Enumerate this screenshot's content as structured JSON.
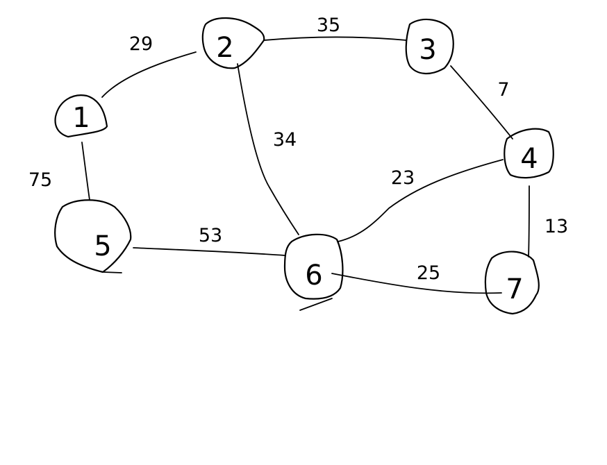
{
  "graph": {
    "nodes": [
      {
        "id": "1",
        "label": "1"
      },
      {
        "id": "2",
        "label": "2"
      },
      {
        "id": "3",
        "label": "3"
      },
      {
        "id": "4",
        "label": "4"
      },
      {
        "id": "5",
        "label": "5"
      },
      {
        "id": "6",
        "label": "6"
      },
      {
        "id": "7",
        "label": "7"
      }
    ],
    "edges": [
      {
        "from": "1",
        "to": "2",
        "weight": "29"
      },
      {
        "from": "2",
        "to": "3",
        "weight": "35"
      },
      {
        "from": "2",
        "to": "6",
        "weight": "34"
      },
      {
        "from": "3",
        "to": "4",
        "weight": "7"
      },
      {
        "from": "1",
        "to": "5",
        "weight": "75"
      },
      {
        "from": "5",
        "to": "6",
        "weight": "53"
      },
      {
        "from": "6",
        "to": "4",
        "weight": "23"
      },
      {
        "from": "6",
        "to": "7",
        "weight": "25"
      },
      {
        "from": "4",
        "to": "7",
        "weight": "13"
      }
    ]
  }
}
